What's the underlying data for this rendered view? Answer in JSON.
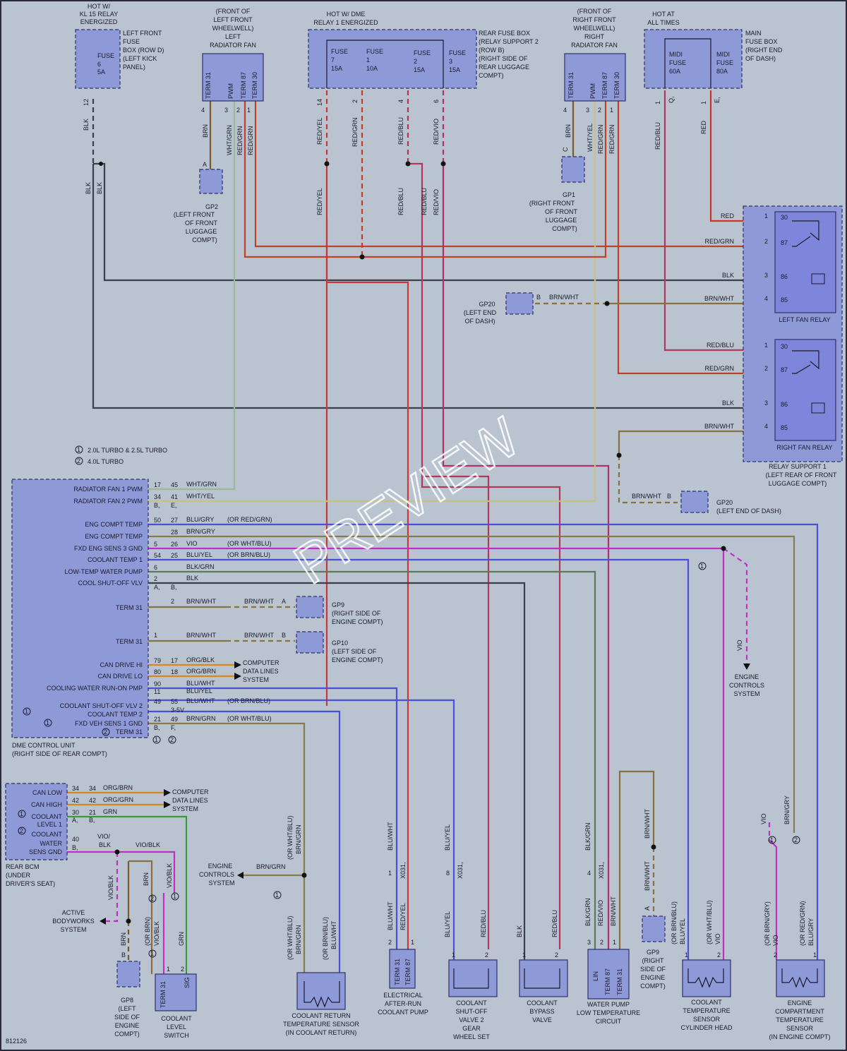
{
  "diagram_number": "812126",
  "watermark": "PREVIEW",
  "colors": {
    "background": "#b9c4d0",
    "component": "#8e9ad8",
    "relay": "#7e86dc",
    "blk": "#3a3f4a",
    "red": "#d23030",
    "red_grn": "#c04028",
    "red_blu": "#b03858",
    "red_yel": "#c83a3a",
    "red_vio": "#b0306a",
    "brn": "#7a5a28",
    "brn_wht": "#8a7040",
    "wht_grn": "#9ab89a",
    "wht_yel": "#c8c08a",
    "blu": "#4a50d8",
    "vio": "#c030c8",
    "grn": "#3a9a3a",
    "org": "#d08a20",
    "blk_grn": "#5a7a5a"
  },
  "top": {
    "kl15_title": [
      "HOT W/",
      "KL 15 RELAY",
      "ENERGIZED"
    ],
    "left_fuse_box": {
      "label": [
        "LEFT FRONT",
        "FUSE",
        "BOX (ROW D)",
        "(LEFT KICK",
        "PANEL)"
      ],
      "fuse": [
        "FUSE",
        "6",
        "5A"
      ],
      "pin": "12",
      "wire": "BLK"
    },
    "left_fan": {
      "title": [
        "(FRONT OF",
        "LEFT FRONT",
        "WHEELWELL)",
        "LEFT",
        "RADIATOR FAN"
      ],
      "terms": [
        "TERM 31",
        "PWM",
        "TERM 87",
        "TERM 30"
      ],
      "pins": [
        "4",
        "3",
        "2",
        "1"
      ],
      "wires": [
        "BRN",
        "WHT/GRN",
        "RED/GRN",
        "RED/GRN"
      ]
    },
    "dme_title": [
      "HOT W/ DME",
      "RELAY 1 ENERGIZED"
    ],
    "rear_fuse_box": {
      "label": [
        "REAR FUSE BOX",
        "(RELAY SUPPORT 2",
        "(ROW B)",
        "(RIGHT SIDE OF",
        "REAR LUGGAGE",
        "COMPT)"
      ],
      "fuses": [
        [
          "FUSE",
          "7",
          "15A"
        ],
        [
          "FUSE",
          "1",
          "10A"
        ],
        [
          "FUSE",
          "2",
          "15A"
        ],
        [
          "FUSE",
          "3",
          "15A"
        ]
      ],
      "pins": [
        "14",
        "2",
        "4",
        "6"
      ],
      "wires": [
        "RED/YEL",
        "RED/GRN",
        "RED/BLU",
        "RED/VIO"
      ]
    },
    "right_fan": {
      "title": [
        "(FRONT OF",
        "RIGHT FRONT",
        "WHEELWELL)",
        "RIGHT",
        "RADIATOR FAN"
      ],
      "terms": [
        "TERM 31",
        "PWM",
        "TERM 87",
        "TERM 30"
      ],
      "pins": [
        "4",
        "3",
        "2",
        "1"
      ],
      "wires": [
        "BRN",
        "WHT/YEL",
        "RED/GRN",
        "RED/GRN"
      ]
    },
    "main_fuse": {
      "title": [
        "HOT AT",
        "ALL TIMES"
      ],
      "label": [
        "MAIN",
        "FUSE BOX",
        "(RIGHT END",
        "OF DASH)"
      ],
      "fuses": [
        [
          "MIDI",
          "FUSE",
          "60A"
        ],
        [
          "MIDI",
          "FUSE",
          "80A"
        ]
      ],
      "pins": [
        "1",
        "1"
      ],
      "pin_letters": [
        "Q,",
        "E,"
      ],
      "wires": [
        "RED/BLU",
        "RED"
      ]
    }
  },
  "grounds": {
    "gp2": [
      "GP2",
      "(LEFT FRONT",
      "OF FRONT",
      "LUGGAGE",
      "COMPT)"
    ],
    "gp1": [
      "GP1",
      "(RIGHT FRONT",
      "OF FRONT",
      "LUGGAGE",
      "COMPT)"
    ],
    "gp20a": [
      "GP20",
      "(LEFT END",
      "OF DASH)"
    ],
    "gp20b": [
      "GP20",
      "(LEFT END OF DASH)"
    ],
    "gp9": [
      "GP9",
      "(RIGHT SIDE OF",
      "ENGINE COMPT)"
    ],
    "gp10": [
      "GP10",
      "(LEFT SIDE OF",
      "ENGINE COMPT)"
    ],
    "gp9b": [
      "GP9",
      "(RIGHT",
      "SIDE OF",
      "ENGINE",
      "COMPT)"
    ],
    "gp8": [
      "GP8",
      "(LEFT",
      "SIDE OF",
      "ENGINE",
      "COMPT)"
    ]
  },
  "relays": {
    "left": {
      "name": "LEFT FAN RELAY",
      "pins": [
        {
          "n": "1",
          "t": "30",
          "w": "RED"
        },
        {
          "n": "2",
          "t": "87",
          "w": "RED/GRN"
        },
        {
          "n": "3",
          "t": "86",
          "w": "BLK"
        },
        {
          "n": "4",
          "t": "85",
          "w": "BRN/WHT"
        }
      ]
    },
    "right": {
      "name": "RIGHT FAN RELAY",
      "pins": [
        {
          "n": "1",
          "t": "30",
          "w": "RED/BLU"
        },
        {
          "n": "2",
          "t": "87",
          "w": "RED/GRN"
        },
        {
          "n": "3",
          "t": "86",
          "w": "BLK"
        },
        {
          "n": "4",
          "t": "85",
          "w": "BRN/WHT"
        }
      ]
    },
    "support": [
      "RELAY SUPPORT 1",
      "(LEFT REAR OF FRONT",
      "LUGGAGE COMPT)"
    ]
  },
  "legend": [
    {
      "n": "1",
      "label": "2.0L TURBO & 2.5L TURBO"
    },
    {
      "n": "2",
      "label": "4.0L TURBO"
    }
  ],
  "dme": {
    "name": [
      "DME CONTROL UNIT",
      "(RIGHT SIDE OF REAR COMPT)"
    ],
    "rows": [
      {
        "label": "RADIATOR FAN 1 PWM",
        "p1": "17",
        "p2": "45",
        "wire": "WHT/GRN",
        "alt": ""
      },
      {
        "label": "RADIATOR FAN 2 PWM",
        "p1": "34",
        "p2": "41",
        "wire": "WHT/YEL",
        "alt": ""
      },
      {
        "label": "",
        "p1": "B,",
        "p2": "E,",
        "wire": "",
        "alt": ""
      },
      {
        "label": "ENG COMPT TEMP",
        "p1": "50",
        "p2": "27",
        "wire": "BLU/GRY",
        "alt": "(OR RED/GRN)"
      },
      {
        "label": "ENG COMPT TEMP",
        "p1": "",
        "p2": "28",
        "wire": "BRN/GRY",
        "alt": ""
      },
      {
        "label": "FXD ENG SENS 3 GND",
        "p1": "5",
        "p2": "26",
        "wire": "VIO",
        "alt": "(OR WHT/BLU)"
      },
      {
        "label": "COOLANT TEMP 1",
        "p1": "54",
        "p2": "25",
        "wire": "BLU/YEL",
        "alt": "(OR BRN/BLU)"
      },
      {
        "label": "LOW-TEMP WATER PUMP",
        "p1": "6",
        "p2": "",
        "wire": "BLK/GRN",
        "alt": ""
      },
      {
        "label": "COOL SHUT-OFF VLV",
        "p1": "2",
        "p2": "",
        "wire": "BLK",
        "alt": ""
      },
      {
        "label": "",
        "p1": "A,",
        "p2": "B,",
        "wire": "",
        "alt": ""
      }
    ],
    "term31a": {
      "label": "TERM 31",
      "pin": "2",
      "wire": "BRN/WHT",
      "wire2": "BRN/WHT",
      "letter": "A"
    },
    "term31b": {
      "label": "TERM 31",
      "pin": "1",
      "wire": "BRN/WHT",
      "wire2": "BRN/WHT",
      "letter": "B"
    },
    "can_rows": [
      {
        "label": "CAN DRIVE HI",
        "p1": "79",
        "p2": "17",
        "wire": "ORG/BLK"
      },
      {
        "label": "CAN DRIVE LO",
        "p1": "80",
        "p2": "18",
        "wire": "ORG/BRN"
      }
    ],
    "computer_data": [
      "COMPUTER",
      "DATA LINES",
      "SYSTEM"
    ],
    "lower_rows": [
      {
        "label": "COOLING WATER RUN-ON PMP",
        "p1": "90",
        "p2": "",
        "wire": "BLU/WHT",
        "alt": ""
      },
      {
        "label": "",
        "p1": "11",
        "p2": "",
        "wire": "BLU/YEL",
        "alt": ""
      },
      {
        "label": "COOLANT SHUT-OFF VLV 2",
        "p1": "49",
        "p2": "55",
        "wire": "BLU/WHT",
        "alt": "(OR BRN/BLU)"
      },
      {
        "label": "COOLANT TEMP 2",
        "p1": "",
        "p2": "3-5V",
        "wire": "",
        "alt": ""
      },
      {
        "label": "FXD VEH SENS 1 GND",
        "p1": "21",
        "p2": "49",
        "wire": "BRN/GRN",
        "alt": "(OR WHT/BLU)"
      },
      {
        "label": "TERM 31",
        "p1": "B,",
        "p2": "F,",
        "wire": "",
        "alt": ""
      }
    ]
  },
  "engine_controls": [
    "ENGINE",
    "CONTROLS",
    "SYSTEM"
  ],
  "bcm": {
    "name": [
      "REAR BCM",
      "(UNDER",
      "DRIVER'S SEAT)"
    ],
    "rows": [
      {
        "label": "CAN LOW",
        "p1": "34",
        "p2": "34",
        "wire": "ORG/BRN"
      },
      {
        "label": "CAN HIGH",
        "p1": "42",
        "p2": "42",
        "wire": "ORG/GRN"
      },
      {
        "label": "COOLANT",
        "p1": "30",
        "p2": "21",
        "wire": "GRN"
      },
      {
        "label": "LEVEL 1",
        "p1": "A,",
        "p2": "B,",
        "wire": ""
      },
      {
        "label": "COOLANT",
        "p1": "",
        "p2": "",
        "wire": ""
      },
      {
        "label": "WATER",
        "p1": "40",
        "p2": "",
        "wire": ""
      },
      {
        "label": "SENS GND",
        "p1": "B,",
        "p2": "",
        "wire": ""
      }
    ],
    "vio_blk": "VIO/BLK",
    "vio": "VIO/",
    "blk": "BLK",
    "active_body": [
      "ACTIVE",
      "BODYWORKS",
      "SYSTEM"
    ]
  },
  "bottom": {
    "coolant_level": {
      "name": [
        "COOLANT",
        "LEVEL",
        "SWITCH"
      ],
      "terms": [
        "TERM 31",
        "SIG"
      ],
      "pins": [
        "1",
        "2"
      ],
      "wires": [
        "(OR BRN)",
        "VIO/BLK",
        "GRN",
        "BRN",
        "VIO/BLK"
      ]
    },
    "coolant_return": {
      "name": [
        "COOLANT RETURN",
        "TEMPERATURE SENSOR",
        "(IN COOLANT RETURN)"
      ],
      "wires": [
        "(OR WHT/BLU)",
        "BRN/GRN",
        "(OR BRN/BLU)",
        "BLU/WHT",
        "(OR WHT/BLU)",
        "BRN/GRN"
      ],
      "ec_wire": "BRN/GRN"
    },
    "after_run_pump": {
      "name": [
        "ELECTRICAL",
        "AFTER-RUN",
        "COOLANT PUMP"
      ],
      "terms": [
        "TERM 31",
        "TERM 87"
      ],
      "pins": [
        "2",
        "1"
      ],
      "conn": "X031,",
      "wires": [
        "BLU/WHT",
        "BLU/WHT",
        "RED/YEL"
      ]
    },
    "shutoff_valve": {
      "name": [
        "COOLANT",
        "SHUT-OFF",
        "VALVE 2",
        "GEAR",
        "WHEEL SET"
      ],
      "conn": "X031,",
      "pin": "8",
      "wires": [
        "BLU/YEL",
        "BLU/YEL",
        "RED/BLU"
      ],
      "pins": [
        "1",
        "2"
      ]
    },
    "bypass_valve": {
      "name": [
        "COOLANT",
        "BYPASS",
        "VALVE"
      ],
      "pins": [
        "1",
        "2"
      ],
      "wires": [
        "BLK",
        "RED/BLU"
      ]
    },
    "water_pump": {
      "name": [
        "WATER PUMP",
        "LOW TEMPERATURE",
        "CIRCUIT"
      ],
      "terms": [
        "LIN",
        "TERM 87",
        "TERM 31"
      ],
      "pins": [
        "3",
        "2",
        "1"
      ],
      "conn": "X031,",
      "pin": "4",
      "wires": [
        "BLK/GRN",
        "BLK/GRN",
        "RED/VIO",
        "BRN/WHT",
        "BRN/WHT",
        "BRN/WHT"
      ],
      "pin_a": "A"
    },
    "cyl_head": {
      "name": [
        "COOLANT",
        "TEMPERATURE",
        "SENSOR",
        "CYLINDER HEAD"
      ],
      "pins": [
        "1",
        "2"
      ],
      "wires": [
        "(OR BRN/BLU)",
        "BLU/YEL",
        "(OR WHT/BLU)",
        "VIO"
      ]
    },
    "eng_compt": {
      "name": [
        "ENGINE",
        "COMPARTMENT",
        "TEMPERATURE",
        "SENSOR",
        "(IN ENGINE COMPT)"
      ],
      "pins": [
        "2",
        "1"
      ],
      "wires": [
        "(OR BRN/GRY)",
        "VIO",
        "(OR RED/GRN)",
        "BLU/GRY",
        "VIO",
        "BRN/GRY"
      ]
    }
  }
}
